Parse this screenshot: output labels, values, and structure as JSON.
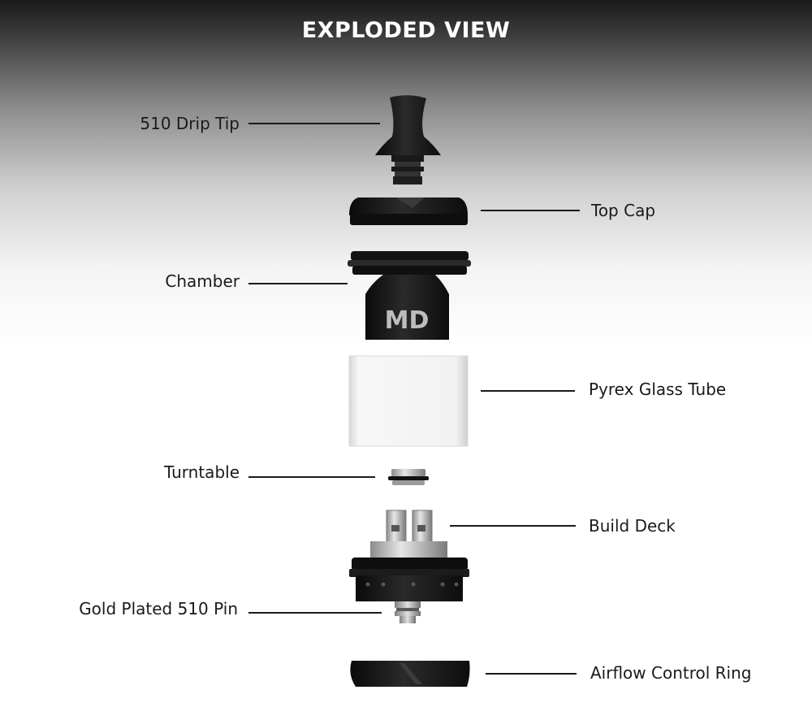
{
  "title": "EXPLODED VIEW",
  "logo_text": "MD",
  "labels": {
    "drip_tip": "510 Drip Tip",
    "top_cap": "Top Cap",
    "chamber": "Chamber",
    "glass_tube": "Pyrex Glass Tube",
    "turntable": "Turntable",
    "build_deck": "Build Deck",
    "pin": "Gold Plated 510 Pin",
    "airflow_ring": "Airflow Control Ring"
  },
  "colors": {
    "part_black": "#141414",
    "metal": "#b8b8b8",
    "glass": "#eeeeee",
    "label_text": "#1a1a1a",
    "title_text": "#ffffff"
  }
}
